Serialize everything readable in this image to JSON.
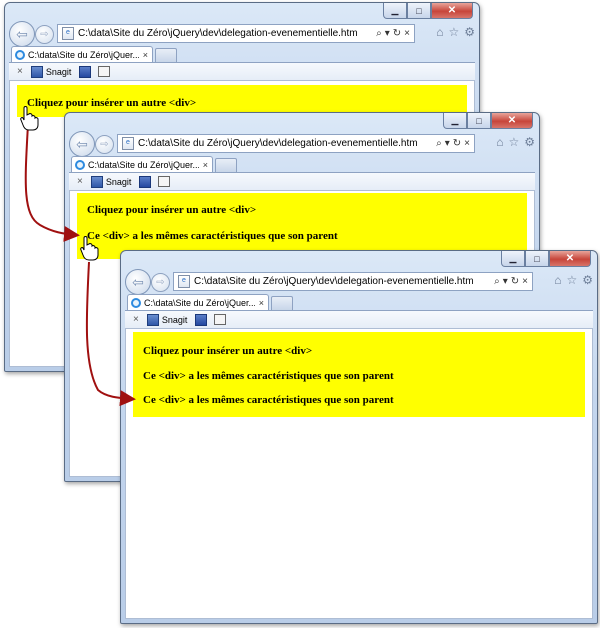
{
  "browser": {
    "address": "C:\\data\\Site du Zéro\\jQuery\\dev\\delegation-evenementielle.htm",
    "tab_title": "C:\\data\\Site du Zéro\\jQuer...",
    "tab_close": "×",
    "address_tools": [
      "⌕",
      "▾",
      "↻",
      "×"
    ],
    "caption_buttons": {
      "minimize": "▁",
      "maximize": "□",
      "close": "✕"
    }
  },
  "command_bar": {
    "close": "×",
    "snagit_label": "Snagit"
  },
  "page": {
    "first_line": "Cliquez pour insérer un autre <div>",
    "clone_line": "Ce <div> a les mêmes caractéristiques que son parent"
  },
  "colors": {
    "highlight": "#ffff00",
    "arrow": "#a01010"
  },
  "icons": [
    "back-arrow-icon",
    "forward-arrow-icon",
    "home-icon",
    "star-icon",
    "gear-icon",
    "ie-icon",
    "snagit-icon",
    "hand-cursor-icon"
  ]
}
